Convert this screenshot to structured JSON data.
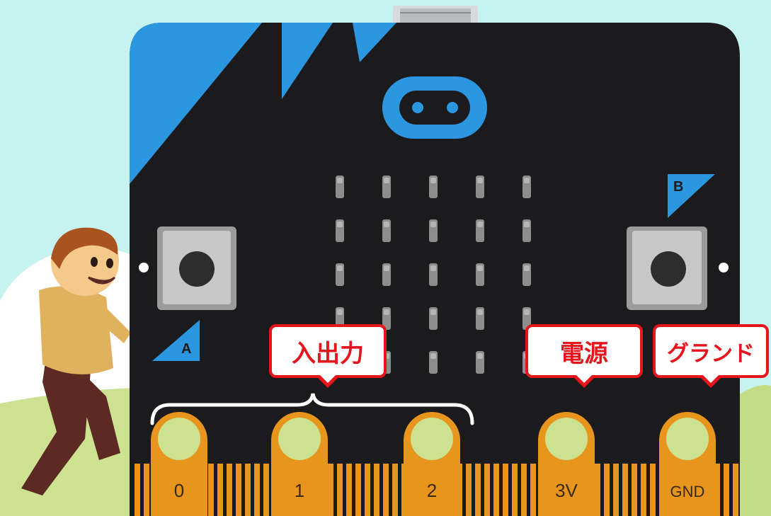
{
  "board": {
    "button_a_label": "A",
    "button_b_label": "B",
    "pins": [
      "0",
      "1",
      "2",
      "3V",
      "GND"
    ]
  },
  "callouts": {
    "io": "入出力",
    "power": "電源",
    "ground": "グランド"
  },
  "colors": {
    "background": "#c6f2f0",
    "board": "#1b1b1d",
    "accent_blue": "#2b97e0",
    "pin_gold": "#e8951e",
    "callout_red": "#e8141c"
  },
  "led_matrix": {
    "rows": 5,
    "cols": 5
  }
}
